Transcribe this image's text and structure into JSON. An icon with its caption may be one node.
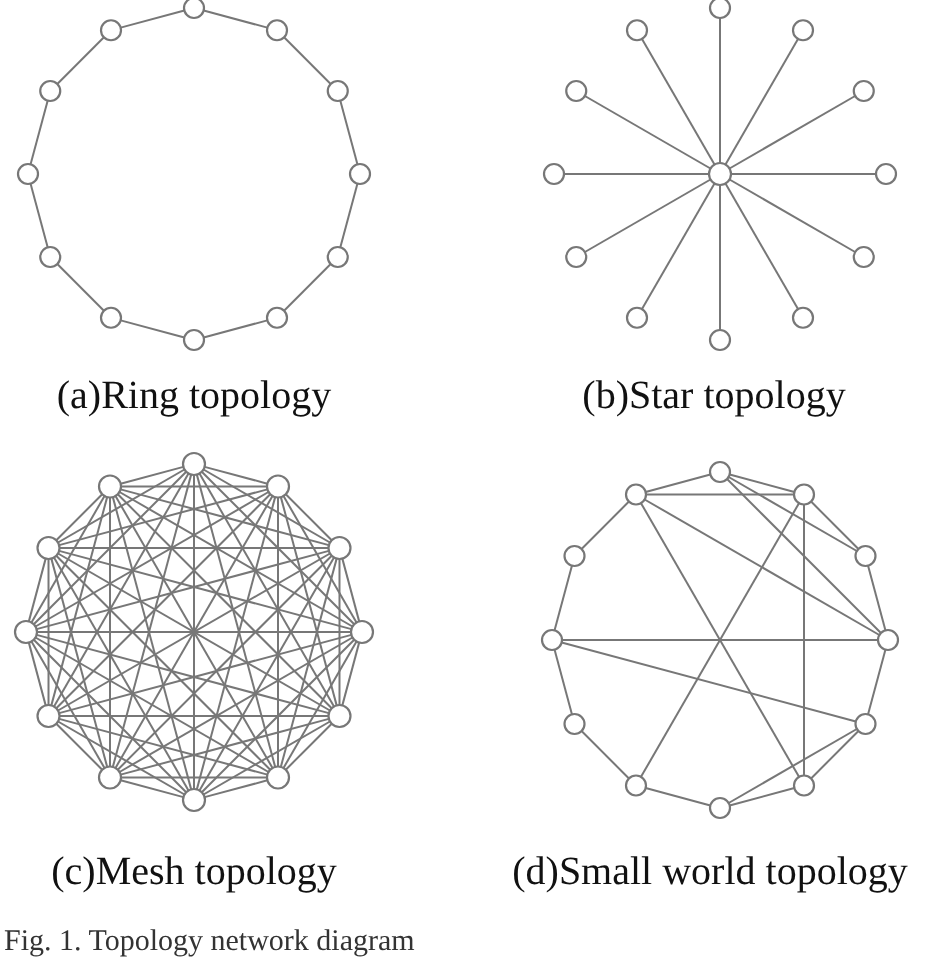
{
  "diagram": {
    "caption": "Fig. 1. Topology network diagram",
    "nodes": [
      {
        "text": [],
        "shape": "circle"
      },
      {
        "text": [],
        "shape": "circle"
      },
      {
        "text": [],
        "shape": "circle"
      },
      {
        "text": [],
        "shape": "circle"
      },
      {
        "text": [],
        "shape": "circle"
      },
      {
        "text": [],
        "shape": "circle"
      },
      {
        "text": [],
        "shape": "circle"
      },
      {
        "text": [],
        "shape": "circle"
      },
      {
        "text": [],
        "shape": "circle"
      },
      {
        "text": [],
        "shape": "circle"
      },
      {
        "text": [],
        "shape": "circle"
      },
      {
        "text": [],
        "shape": "circle"
      },
      {
        "text": [],
        "shape": "circle"
      },
      {
        "text": [],
        "shape": "circle"
      },
      {
        "text": [],
        "shape": "circle"
      },
      {
        "text": [],
        "shape": "circle"
      },
      {
        "text": [],
        "shape": "circle"
      },
      {
        "text": [],
        "shape": "circle"
      },
      {
        "text": [],
        "shape": "circle"
      },
      {
        "text": [],
        "shape": "circle"
      },
      {
        "text": [],
        "shape": "circle"
      },
      {
        "text": [],
        "shape": "circle"
      },
      {
        "text": [],
        "shape": "circle"
      },
      {
        "text": [],
        "shape": "circle"
      },
      {
        "text": [],
        "shape": "circle"
      },
      {
        "text": [],
        "shape": "circle"
      },
      {
        "text": [],
        "shape": "circle"
      },
      {
        "text": [],
        "shape": "circle"
      },
      {
        "text": [],
        "shape": "circle"
      },
      {
        "text": [],
        "shape": "circle"
      },
      {
        "text": [],
        "shape": "circle"
      },
      {
        "text": [],
        "shape": "circle"
      },
      {
        "text": [],
        "shape": "circle"
      },
      {
        "text": [],
        "shape": "circle"
      },
      {
        "text": [],
        "shape": "circle"
      },
      {
        "text": [],
        "shape": "circle"
      },
      {
        "text": [],
        "shape": "circle"
      },
      {
        "text": [],
        "shape": "circle"
      },
      {
        "text": [],
        "shape": "circle"
      },
      {
        "text": [],
        "shape": "circle"
      },
      {
        "text": [],
        "shape": "circle"
      },
      {
        "text": [],
        "shape": "circle"
      },
      {
        "text": [],
        "shape": "circle"
      },
      {
        "text": [],
        "shape": "circle"
      },
      {
        "text": [],
        "shape": "circle"
      },
      {
        "text": [],
        "shape": "circle"
      },
      {
        "text": [],
        "shape": "circle"
      },
      {
        "text": [],
        "shape": "circle"
      },
      {
        "text": [],
        "shape": "circle"
      }
    ],
    "edges": [
      {
        "from": 0,
        "to": 1,
        "arrow": "none"
      },
      {
        "from": 1,
        "to": 2,
        "arrow": "none"
      },
      {
        "from": 2,
        "to": 3,
        "arrow": "none"
      },
      {
        "from": 3,
        "to": 4,
        "arrow": "none"
      },
      {
        "from": 4,
        "to": 5,
        "arrow": "none"
      },
      {
        "from": 5,
        "to": 6,
        "arrow": "none"
      },
      {
        "from": 6,
        "to": 7,
        "arrow": "none"
      },
      {
        "from": 7,
        "to": 8,
        "arrow": "none"
      },
      {
        "from": 8,
        "to": 9,
        "arrow": "none"
      },
      {
        "from": 9,
        "to": 10,
        "arrow": "none"
      },
      {
        "from": 10,
        "to": 11,
        "arrow": "none"
      },
      {
        "from": 11,
        "to": 0,
        "arrow": "none"
      },
      {
        "from": 24,
        "to": 12,
        "arrow": "none"
      },
      {
        "from": 24,
        "to": 13,
        "arrow": "none"
      },
      {
        "from": 24,
        "to": 14,
        "arrow": "none"
      },
      {
        "from": 24,
        "to": 15,
        "arrow": "none"
      },
      {
        "from": 24,
        "to": 16,
        "arrow": "none"
      },
      {
        "from": 24,
        "to": 17,
        "arrow": "none"
      },
      {
        "from": 24,
        "to": 18,
        "arrow": "none"
      },
      {
        "from": 24,
        "to": 19,
        "arrow": "none"
      },
      {
        "from": 24,
        "to": 20,
        "arrow": "none"
      },
      {
        "from": 24,
        "to": 21,
        "arrow": "none"
      },
      {
        "from": 24,
        "to": 22,
        "arrow": "none"
      },
      {
        "from": 24,
        "to": 23,
        "arrow": "none"
      },
      {
        "from": 25,
        "to": 26,
        "arrow": "none"
      },
      {
        "from": 25,
        "to": 27,
        "arrow": "none"
      },
      {
        "from": 25,
        "to": 28,
        "arrow": "none"
      },
      {
        "from": 25,
        "to": 29,
        "arrow": "none"
      },
      {
        "from": 25,
        "to": 30,
        "arrow": "none"
      },
      {
        "from": 25,
        "to": 31,
        "arrow": "none"
      },
      {
        "from": 25,
        "to": 32,
        "arrow": "none"
      },
      {
        "from": 25,
        "to": 33,
        "arrow": "none"
      },
      {
        "from": 25,
        "to": 34,
        "arrow": "none"
      },
      {
        "from": 25,
        "to": 35,
        "arrow": "none"
      },
      {
        "from": 25,
        "to": 36,
        "arrow": "none"
      },
      {
        "from": 26,
        "to": 27,
        "arrow": "none"
      },
      {
        "from": 26,
        "to": 28,
        "arrow": "none"
      },
      {
        "from": 26,
        "to": 29,
        "arrow": "none"
      },
      {
        "from": 26,
        "to": 30,
        "arrow": "none"
      },
      {
        "from": 26,
        "to": 31,
        "arrow": "none"
      },
      {
        "from": 26,
        "to": 32,
        "arrow": "none"
      },
      {
        "from": 26,
        "to": 33,
        "arrow": "none"
      },
      {
        "from": 26,
        "to": 34,
        "arrow": "none"
      },
      {
        "from": 26,
        "to": 35,
        "arrow": "none"
      },
      {
        "from": 26,
        "to": 36,
        "arrow": "none"
      },
      {
        "from": 27,
        "to": 28,
        "arrow": "none"
      },
      {
        "from": 27,
        "to": 29,
        "arrow": "none"
      },
      {
        "from": 27,
        "to": 30,
        "arrow": "none"
      },
      {
        "from": 27,
        "to": 31,
        "arrow": "none"
      },
      {
        "from": 27,
        "to": 32,
        "arrow": "none"
      },
      {
        "from": 27,
        "to": 33,
        "arrow": "none"
      },
      {
        "from": 27,
        "to": 34,
        "arrow": "none"
      },
      {
        "from": 27,
        "to": 35,
        "arrow": "none"
      },
      {
        "from": 27,
        "to": 36,
        "arrow": "none"
      },
      {
        "from": 28,
        "to": 29,
        "arrow": "none"
      },
      {
        "from": 28,
        "to": 30,
        "arrow": "none"
      },
      {
        "from": 28,
        "to": 31,
        "arrow": "none"
      },
      {
        "from": 28,
        "to": 32,
        "arrow": "none"
      },
      {
        "from": 28,
        "to": 33,
        "arrow": "none"
      },
      {
        "from": 28,
        "to": 34,
        "arrow": "none"
      },
      {
        "from": 28,
        "to": 35,
        "arrow": "none"
      },
      {
        "from": 28,
        "to": 36,
        "arrow": "none"
      },
      {
        "from": 29,
        "to": 30,
        "arrow": "none"
      },
      {
        "from": 29,
        "to": 31,
        "arrow": "none"
      },
      {
        "from": 29,
        "to": 32,
        "arrow": "none"
      },
      {
        "from": 29,
        "to": 33,
        "arrow": "none"
      },
      {
        "from": 29,
        "to": 34,
        "arrow": "none"
      },
      {
        "from": 29,
        "to": 35,
        "arrow": "none"
      },
      {
        "from": 29,
        "to": 36,
        "arrow": "none"
      },
      {
        "from": 30,
        "to": 31,
        "arrow": "none"
      },
      {
        "from": 30,
        "to": 32,
        "arrow": "none"
      },
      {
        "from": 30,
        "to": 33,
        "arrow": "none"
      },
      {
        "from": 30,
        "to": 34,
        "arrow": "none"
      },
      {
        "from": 30,
        "to": 35,
        "arrow": "none"
      },
      {
        "from": 30,
        "to": 36,
        "arrow": "none"
      },
      {
        "from": 31,
        "to": 32,
        "arrow": "none"
      },
      {
        "from": 31,
        "to": 33,
        "arrow": "none"
      },
      {
        "from": 31,
        "to": 34,
        "arrow": "none"
      },
      {
        "from": 31,
        "to": 35,
        "arrow": "none"
      },
      {
        "from": 31,
        "to": 36,
        "arrow": "none"
      },
      {
        "from": 32,
        "to": 33,
        "arrow": "none"
      },
      {
        "from": 32,
        "to": 34,
        "arrow": "none"
      },
      {
        "from": 32,
        "to": 35,
        "arrow": "none"
      },
      {
        "from": 32,
        "to": 36,
        "arrow": "none"
      },
      {
        "from": 33,
        "to": 34,
        "arrow": "none"
      },
      {
        "from": 33,
        "to": 35,
        "arrow": "none"
      },
      {
        "from": 33,
        "to": 36,
        "arrow": "none"
      },
      {
        "from": 34,
        "to": 35,
        "arrow": "none"
      },
      {
        "from": 34,
        "to": 36,
        "arrow": "none"
      },
      {
        "from": 35,
        "to": 36,
        "arrow": "none"
      },
      {
        "from": 37,
        "to": 38,
        "arrow": "none"
      },
      {
        "from": 38,
        "to": 39,
        "arrow": "none"
      },
      {
        "from": 39,
        "to": 40,
        "arrow": "none"
      },
      {
        "from": 40,
        "to": 41,
        "arrow": "none"
      },
      {
        "from": 41,
        "to": 42,
        "arrow": "none"
      },
      {
        "from": 42,
        "to": 43,
        "arrow": "none"
      },
      {
        "from": 43,
        "to": 44,
        "arrow": "none"
      },
      {
        "from": 44,
        "to": 45,
        "arrow": "none"
      },
      {
        "from": 45,
        "to": 46,
        "arrow": "none"
      },
      {
        "from": 46,
        "to": 47,
        "arrow": "none"
      },
      {
        "from": 47,
        "to": 48,
        "arrow": "none"
      },
      {
        "from": 48,
        "to": 37,
        "arrow": "none"
      },
      {
        "from": 48,
        "to": 38,
        "arrow": "none"
      },
      {
        "from": 37,
        "to": 39,
        "arrow": "none"
      },
      {
        "from": 37,
        "to": 40,
        "arrow": "none"
      },
      {
        "from": 48,
        "to": 40,
        "arrow": "none"
      },
      {
        "from": 48,
        "to": 42,
        "arrow": "none"
      },
      {
        "from": 38,
        "to": 44,
        "arrow": "none"
      },
      {
        "from": 38,
        "to": 42,
        "arrow": "none"
      },
      {
        "from": 46,
        "to": 40,
        "arrow": "none"
      },
      {
        "from": 46,
        "to": 41,
        "arrow": "none"
      },
      {
        "from": 43,
        "to": 41,
        "arrow": "none"
      }
    ],
    "labels": [
      "(a)Ring topology",
      "(b)Star topology",
      "(c)Mesh topology",
      "(d)Small world topology"
    ]
  }
}
